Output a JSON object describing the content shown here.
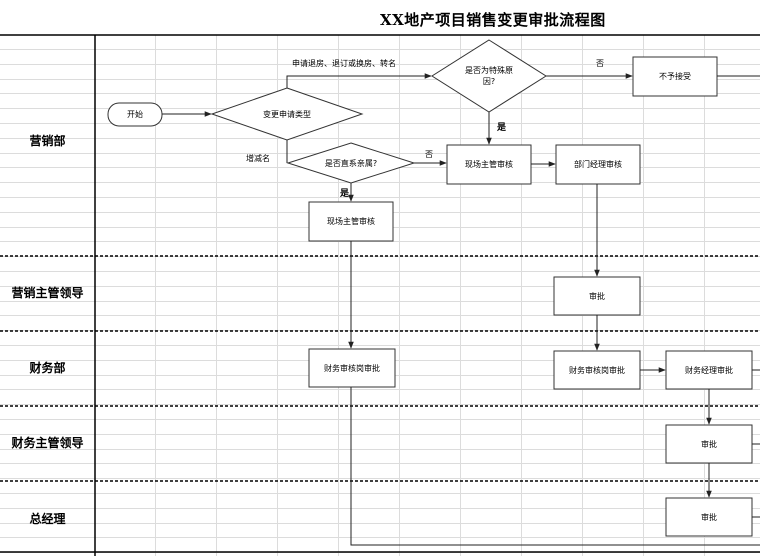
{
  "title": "XX地产项目销售变更审批流程图",
  "lanes": [
    "营销部",
    "营销主管领导",
    "财务部",
    "财务主管领导",
    "总经理"
  ],
  "nodes": {
    "start": "开始",
    "change_type": "变更申请类型",
    "special_reason": "是否为特殊原因?",
    "reject": "不予接受",
    "direct_relative": "是否直系亲属?",
    "site_review_mid": "现场主管审核",
    "dept_manager_review": "部门经理审核",
    "site_review_left": "现场主管审核",
    "mkt_leader_approve": "审批",
    "finance_review_left": "财务审核岗审批",
    "finance_review_mid": "财务审核岗审批",
    "finance_manager_approve": "财务经理审批",
    "fin_leader_approve": "审批",
    "gm_approve": "审批"
  },
  "edges": {
    "refund_exchange": "申请退房、退订或换房、转名",
    "no_top": "否",
    "yes_mid": "是",
    "add_name": "增减名",
    "no_mid": "否",
    "yes_left": "是"
  }
}
